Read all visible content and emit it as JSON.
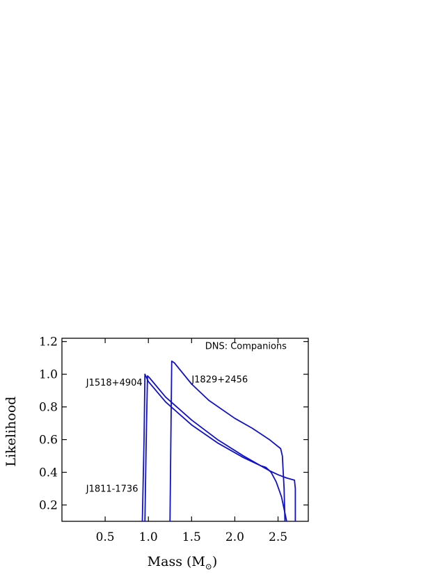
{
  "chart_data": {
    "type": "line",
    "title": "",
    "panel_label": "DNS: Companions",
    "xlabel": "Mass (M",
    "xlabel_symbol": "⊙",
    "xlabel_close": ")",
    "ylabel": "Likelihood",
    "xlim": [
      0.0,
      2.85
    ],
    "ylim": [
      0.1,
      1.22
    ],
    "x_ticks": [
      0.5,
      1.0,
      1.5,
      2.0,
      2.5
    ],
    "x_tick_labels": [
      "0.5",
      "1.0",
      "1.5",
      "2.0",
      "2.5"
    ],
    "y_ticks": [
      0.2,
      0.4,
      0.6,
      0.8,
      1.0,
      1.2
    ],
    "y_tick_labels": [
      "0.2",
      "0.4",
      "0.6",
      "0.8",
      "1.0",
      "1.2"
    ],
    "grid": false,
    "line_color": "#1010c8",
    "series": [
      {
        "name": "J1518+4904",
        "points": [
          [
            0.93,
            0.1
          ],
          [
            0.95,
            0.6
          ],
          [
            0.96,
            1.0
          ],
          [
            1.0,
            0.955
          ],
          [
            1.2,
            0.83
          ],
          [
            1.5,
            0.69
          ],
          [
            1.8,
            0.58
          ],
          [
            2.1,
            0.49
          ],
          [
            2.3,
            0.44
          ],
          [
            2.4,
            0.41
          ],
          [
            2.5,
            0.385
          ],
          [
            2.6,
            0.365
          ],
          [
            2.69,
            0.352
          ],
          [
            2.7,
            0.3
          ],
          [
            2.7,
            0.1
          ]
        ]
      },
      {
        "name": "J1811-1736",
        "points": [
          [
            0.96,
            0.1
          ],
          [
            0.975,
            0.6
          ],
          [
            0.99,
            0.99
          ],
          [
            1.01,
            0.98
          ],
          [
            1.2,
            0.86
          ],
          [
            1.5,
            0.72
          ],
          [
            1.8,
            0.6
          ],
          [
            2.1,
            0.5
          ],
          [
            2.3,
            0.44
          ],
          [
            2.36,
            0.43
          ],
          [
            2.42,
            0.4
          ],
          [
            2.48,
            0.34
          ],
          [
            2.54,
            0.25
          ],
          [
            2.6,
            0.1
          ]
        ]
      },
      {
        "name": "J1829+2456",
        "points": [
          [
            1.25,
            0.1
          ],
          [
            1.26,
            0.6
          ],
          [
            1.27,
            1.08
          ],
          [
            1.3,
            1.07
          ],
          [
            1.5,
            0.94
          ],
          [
            1.7,
            0.84
          ],
          [
            2.0,
            0.73
          ],
          [
            2.2,
            0.67
          ],
          [
            2.4,
            0.6
          ],
          [
            2.53,
            0.545
          ],
          [
            2.55,
            0.5
          ],
          [
            2.57,
            0.3
          ],
          [
            2.58,
            0.1
          ]
        ]
      }
    ],
    "annotations": [
      {
        "text": "J1518+4904",
        "x": 0.28,
        "y": 0.93
      },
      {
        "text": "J1829+2456",
        "x": 1.5,
        "y": 0.95
      },
      {
        "text": "J1811-1736",
        "x": 0.28,
        "y": 0.28
      },
      {
        "text": "DNS: Companions",
        "x": 2.6,
        "y": 1.155
      }
    ]
  }
}
